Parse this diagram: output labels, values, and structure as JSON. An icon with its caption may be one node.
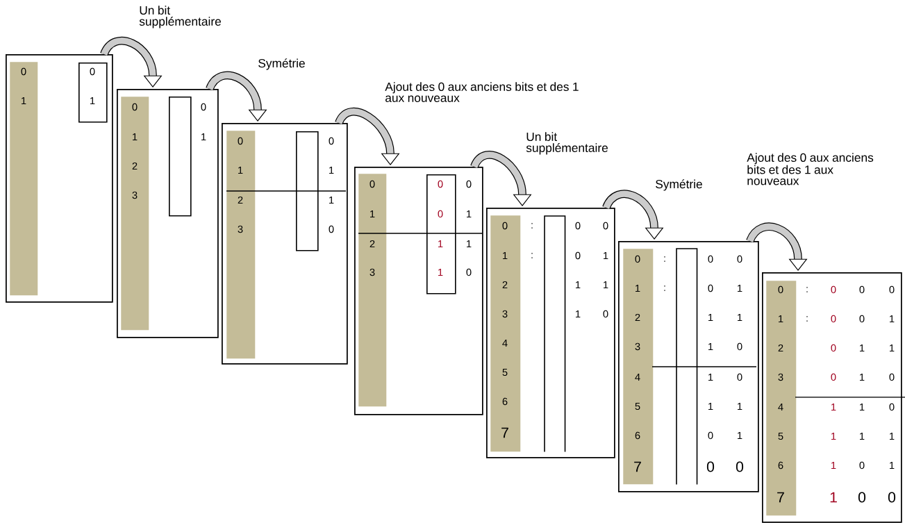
{
  "diagram": {
    "nodes": [
      {
        "text": [],
        "shape": "box"
      },
      {
        "text": [
          "0",
          "1"
        ],
        "in": 0
      },
      {
        "text": [
          "0",
          "1"
        ],
        "in": 0
      },
      {
        "text": [],
        "shape": "box"
      },
      {
        "text": [
          "0",
          "1",
          "2",
          "3"
        ],
        "in": 3
      },
      {
        "text": [],
        "shape": "box",
        "in": 3
      },
      {
        "text": [],
        "shape": "box"
      },
      {
        "text": [
          "0",
          "1",
          "2",
          "3"
        ],
        "in": 6
      },
      {
        "text": [],
        "shape": "box",
        "in": 6
      },
      {
        "text": [],
        "shape": "box"
      },
      {
        "text": [
          "0",
          "1",
          "2",
          "3"
        ],
        "in": 9
      },
      {
        "text": [
          "0",
          "0",
          "1",
          "1"
        ],
        "in": 9
      },
      {
        "text": [],
        "shape": "box"
      },
      {
        "text": [
          "0",
          "1",
          "2",
          "3",
          "4",
          "5",
          "6",
          "7"
        ],
        "in": 12
      },
      {
        "text": [],
        "shape": "box",
        "in": 12
      },
      {
        "text": [],
        "shape": "box"
      },
      {
        "text": [
          "0",
          "1",
          "2",
          "3",
          "4",
          "5",
          "6",
          "7"
        ],
        "in": 15
      },
      {
        "text": [],
        "shape": "box",
        "in": 15
      },
      {
        "text": [],
        "shape": "box"
      },
      {
        "text": [
          "0",
          "1",
          "2",
          "3",
          "4",
          "5",
          "6",
          "7"
        ],
        "in": 18
      }
    ],
    "edges": [
      {
        "from": 0,
        "to": 3,
        "arrow": "to",
        "label": "Un bit supplémentaire"
      },
      {
        "from": 3,
        "to": 6,
        "arrow": "to",
        "label": "Symétrie"
      },
      {
        "from": 6,
        "to": 9,
        "arrow": "to",
        "label": "Ajout des 0 aux anciens bits et des 1 aux nouveaux"
      },
      {
        "from": 9,
        "to": 12,
        "arrow": "to",
        "label": "Un bit supplémentaire"
      },
      {
        "from": 12,
        "to": 15,
        "arrow": "to",
        "label": "Symétrie"
      },
      {
        "from": 15,
        "to": 18,
        "arrow": "to",
        "label": "Ajout des 0 aux anciens bits et des 1 aux nouveaux"
      }
    ],
    "labels": [
      "0",
      "1",
      "0",
      "1",
      "1",
      "0",
      "0",
      "1",
      "1",
      "0",
      ":",
      "0",
      "0",
      ":",
      "0",
      "1",
      "1",
      "1",
      "1",
      "0",
      ":",
      "0",
      "0",
      ":",
      "0",
      "1",
      "1",
      "1",
      "1",
      "0",
      "1",
      "0",
      "1",
      "1",
      "0",
      "1",
      "0",
      "0",
      ":",
      "0",
      "0",
      "0",
      ":",
      "0",
      "0",
      "1",
      "0",
      "1",
      "1",
      "0",
      "1",
      "0",
      "1",
      "1",
      "0",
      "1",
      "1",
      "1",
      "1",
      "0",
      "1",
      "1",
      "0",
      "0"
    ]
  }
}
